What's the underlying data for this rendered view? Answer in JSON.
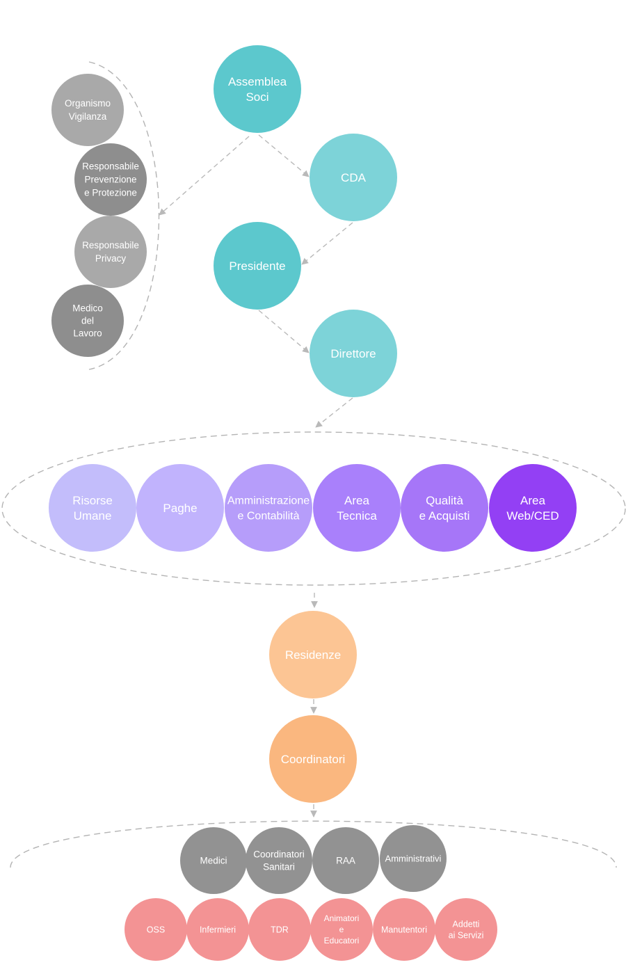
{
  "colors": {
    "teal": "#5cc8cd",
    "teal_light": "#7dd3d8",
    "gray_light": "#a9a9a9",
    "gray_dark": "#8e8e8e",
    "gray_mid": "#929292",
    "purple_1": "#c3bdfb",
    "purple_2": "#c1b3fd",
    "purple_3": "#b69dfa",
    "purple_4": "#a980fb",
    "purple_5": "#a676f8",
    "purple_6": "#9340f4",
    "peach": "#fcc594",
    "peach_dark": "#fab77f",
    "pink": "#f39394",
    "connector": "#b9b9b9"
  },
  "nodes": {
    "assemblea_soci": [
      "Assemblea",
      "Soci"
    ],
    "cda": [
      "CDA"
    ],
    "presidente": [
      "Presidente"
    ],
    "direttore": [
      "Direttore"
    ],
    "organismo_vigilanza": [
      "Organismo",
      "Vigilanza"
    ],
    "responsabile_prevenzione": [
      "Responsabile",
      "Prevenzione",
      "e Protezione"
    ],
    "responsabile_privacy": [
      "Responsabile",
      "Privacy"
    ],
    "medico_lavoro": [
      "Medico",
      "del",
      "Lavoro"
    ],
    "risorse_umane": [
      "Risorse",
      "Umane"
    ],
    "paghe": [
      "Paghe"
    ],
    "amministrazione_contabilita": [
      "Amministrazione",
      "e Contabilità"
    ],
    "area_tecnica": [
      "Area",
      "Tecnica"
    ],
    "qualita_acquisti": [
      "Qualità",
      "e Acquisti"
    ],
    "area_web_ced": [
      "Area",
      "Web/CED"
    ],
    "residenze": [
      "Residenze"
    ],
    "coordinatori": [
      "Coordinatori"
    ],
    "medici": [
      "Medici"
    ],
    "coordinatori_sanitari": [
      "Coordinatori",
      "Sanitari"
    ],
    "raa": [
      "RAA"
    ],
    "amministrativi": [
      "Amministrativi"
    ],
    "oss": [
      "OSS"
    ],
    "infermieri": [
      "Infermieri"
    ],
    "tdr": [
      "TDR"
    ],
    "animatori_educatori": [
      "Animatori",
      "e",
      "Educatori"
    ],
    "manutentori": [
      "Manutentori"
    ],
    "addetti_servizi": [
      "Addetti",
      "ai Servizi"
    ]
  }
}
